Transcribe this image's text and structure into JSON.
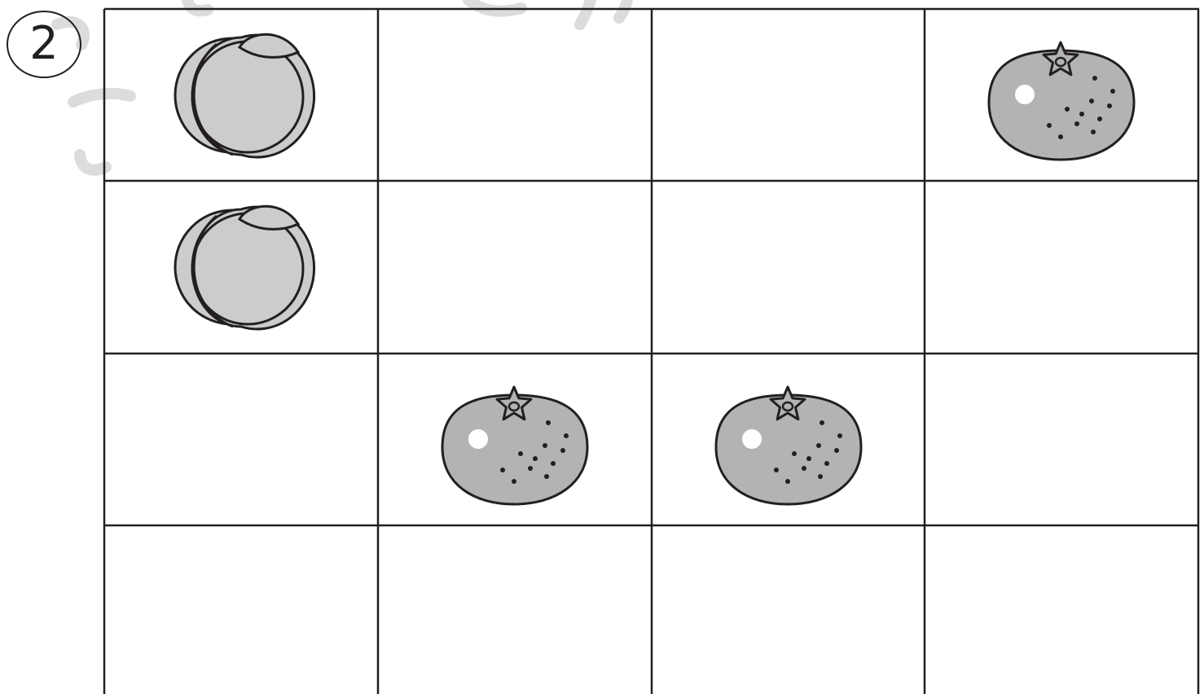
{
  "problem": {
    "number": "2"
  },
  "colors": {
    "line": "#231f20",
    "peach_fill": "#cccccc",
    "mandarin_fill": "#b3b3b3",
    "trace_marks": "#dcdcdc"
  },
  "grid": {
    "rows": 4,
    "columns": 4,
    "cells": [
      [
        "peach-icon",
        null,
        null,
        "mandarin-icon"
      ],
      [
        "peach-icon",
        null,
        null,
        null
      ],
      [
        null,
        "mandarin-icon",
        "mandarin-icon",
        null
      ],
      [
        null,
        null,
        null,
        null
      ]
    ]
  }
}
